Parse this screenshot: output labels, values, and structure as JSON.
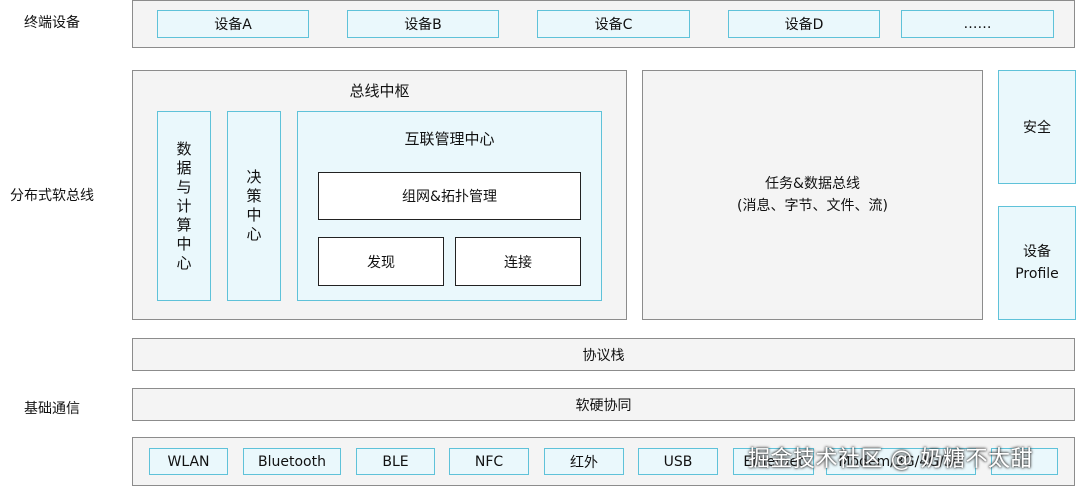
{
  "rows": {
    "terminal": "终端设备",
    "softbus": "分布式软总线",
    "basic": "基础通信"
  },
  "devices": [
    "设备A",
    "设备B",
    "设备C",
    "设备D",
    "……"
  ],
  "bus_hub": {
    "title": "总线中枢",
    "data_compute": "数据与计算中心",
    "decision": "决策中心",
    "interconnect": {
      "title": "互联管理中心",
      "networking": "组网&拓扑管理",
      "discovery": "发现",
      "connection": "连接"
    }
  },
  "task_bus": {
    "line1": "任务&数据总线",
    "line2": "(消息、字节、文件、流)"
  },
  "security": "安全",
  "device_profile": {
    "line1": "设备",
    "line2": "Profile"
  },
  "protocol_stack": "协议栈",
  "hw_sw": "软硬协同",
  "comm": [
    "WLAN",
    "Bluetooth",
    "BLE",
    "NFC",
    "红外",
    "USB",
    "Ethernet",
    "Modem/3G/4G/5G",
    ""
  ],
  "watermark": "掘金技术社区 @ 奶糖不太甜"
}
